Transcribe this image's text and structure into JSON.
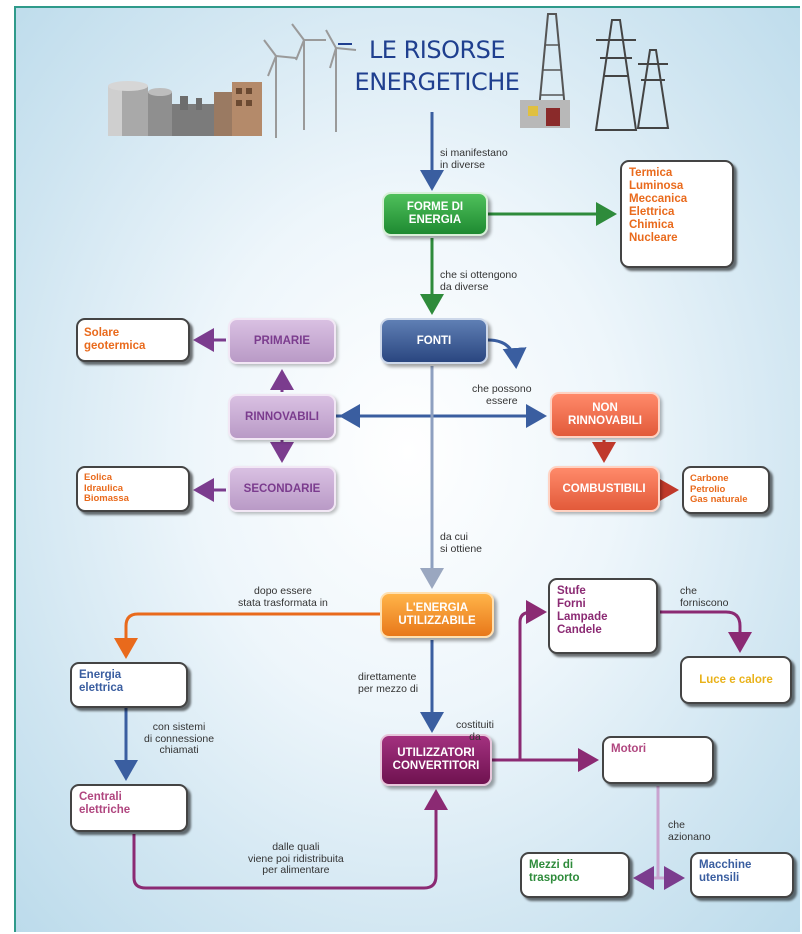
{
  "title": "LE RISORSE\nENERGETICHE",
  "nodes": {
    "forme": "FORME DI\nENERGIA",
    "forme_list": "Termica\nLuminosa\nMeccanica\nElettrica\nChimica\nNucleare",
    "fonti": "FONTI",
    "primarie": "PRIMARIE",
    "rinnovabili": "RINNOVABILI",
    "secondarie": "SECONDARIE",
    "solare": "Solare\ngeotermica",
    "eolica": "Eolica\nIdraulica\nBiomassa",
    "non_rinnovabili": "NON\nRINNOVABILI",
    "combustibili": "COMBUSTIBILI",
    "combustibili_list": "Carbone\nPetrolio\nGas naturale",
    "energia_utilizzabile": "L'ENERGIA\nUTILIZZABILE",
    "energia_elettrica": "Energia\nelettrica",
    "centrali": "Centrali\nelettriche",
    "utilizzatori": "UTILIZZATORI\nCONVERTITORI",
    "stufe": "Stufe\nForni\nLampade\nCandele",
    "luce": "Luce e calore",
    "motori": "Motori",
    "mezzi": "Mezzi di\ntrasporto",
    "macchine": "Macchine\nutensili"
  },
  "labels": {
    "si_manifestano": "si manifestano\nin diverse",
    "che_si_ottengono": "che si ottengono\nda diverse",
    "che_possono": "che possono\nessere",
    "da_cui": "da cui\nsi ottiene",
    "dopo_essere": "dopo essere\nstata trasformata in",
    "direttamente": "direttamente\nper mezzo di",
    "costituiti": "costituiti\nda",
    "con_sistemi": "con sistemi\ndi connessione\nchiamati",
    "dalle_quali": "dalle quali\nviene poi ridistribuita\nper alimentare",
    "che_forniscono": "che\nforniscono",
    "che_azionano": "che\nazionano"
  }
}
